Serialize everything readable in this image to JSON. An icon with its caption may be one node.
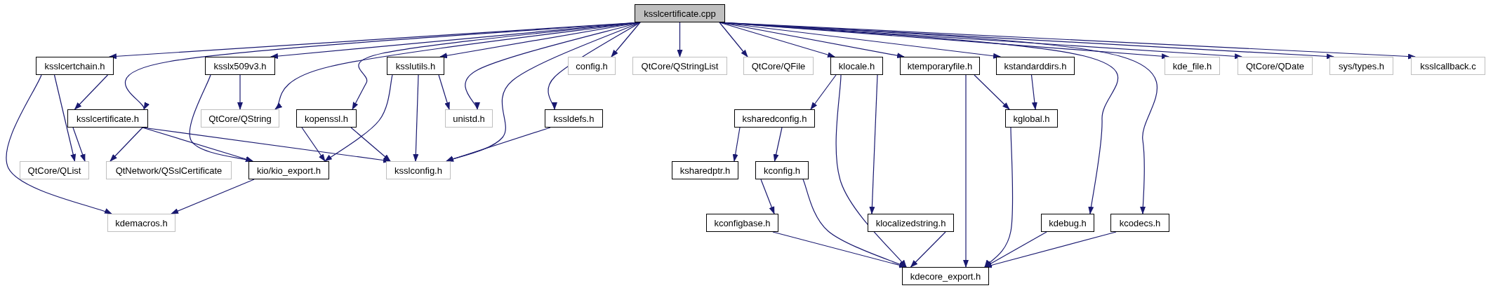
{
  "diagram": {
    "nodes": [
      {
        "text": [
          "ksslcertificate.cpp"
        ]
      },
      {
        "text": [
          "ksslcertchain.h"
        ]
      },
      {
        "text": [
          "ksslx509v3.h"
        ]
      },
      {
        "text": [
          "ksslutils.h"
        ]
      },
      {
        "text": [
          "config.h"
        ]
      },
      {
        "text": [
          "QtCore/QStringList"
        ]
      },
      {
        "text": [
          "QtCore/QFile"
        ]
      },
      {
        "text": [
          "klocale.h"
        ]
      },
      {
        "text": [
          "ktemporaryfile.h"
        ]
      },
      {
        "text": [
          "kstandarddirs.h"
        ]
      },
      {
        "text": [
          "kde_file.h"
        ]
      },
      {
        "text": [
          "QtCore/QDate"
        ]
      },
      {
        "text": [
          "sys/types.h"
        ]
      },
      {
        "text": [
          "ksslcallback.c"
        ]
      },
      {
        "text": [
          "ksslcertificate.h"
        ]
      },
      {
        "text": [
          "QtCore/QString"
        ]
      },
      {
        "text": [
          "kopenssl.h"
        ]
      },
      {
        "text": [
          "unistd.h"
        ]
      },
      {
        "text": [
          "kssldefs.h"
        ]
      },
      {
        "text": [
          "ksharedconfig.h"
        ]
      },
      {
        "text": [
          "kglobal.h"
        ]
      },
      {
        "text": [
          "QtCore/QList"
        ]
      },
      {
        "text": [
          "QtNetwork/QSslCertificate"
        ]
      },
      {
        "text": [
          "kio/kio_export.h"
        ]
      },
      {
        "text": [
          "ksslconfig.h"
        ]
      },
      {
        "text": [
          "ksharedptr.h"
        ]
      },
      {
        "text": [
          "kconfig.h"
        ]
      },
      {
        "text": [
          "kdemacros.h"
        ]
      },
      {
        "text": [
          "kconfigbase.h"
        ]
      },
      {
        "text": [
          "klocalizedstring.h"
        ]
      },
      {
        "text": [
          "kdebug.h"
        ]
      },
      {
        "text": [
          "kcodecs.h"
        ]
      },
      {
        "text": [
          "kdecore_export.h"
        ]
      }
    ],
    "edges": [
      {
        "from": 0,
        "to": 1,
        "arrow": "to"
      },
      {
        "from": 0,
        "to": 14,
        "arrow": "to"
      },
      {
        "from": 0,
        "to": 2,
        "arrow": "to"
      },
      {
        "from": 0,
        "to": 15,
        "arrow": "to"
      },
      {
        "from": 0,
        "to": 16,
        "arrow": "to"
      },
      {
        "from": 0,
        "to": 3,
        "arrow": "to"
      },
      {
        "from": 0,
        "to": 17,
        "arrow": "to"
      },
      {
        "from": 0,
        "to": 24,
        "arrow": "to"
      },
      {
        "from": 0,
        "to": 18,
        "arrow": "to"
      },
      {
        "from": 0,
        "to": 4,
        "arrow": "to"
      },
      {
        "from": 0,
        "to": 5,
        "arrow": "to"
      },
      {
        "from": 0,
        "to": 6,
        "arrow": "to"
      },
      {
        "from": 0,
        "to": 7,
        "arrow": "to"
      },
      {
        "from": 0,
        "to": 8,
        "arrow": "to"
      },
      {
        "from": 0,
        "to": 9,
        "arrow": "to"
      },
      {
        "from": 0,
        "to": 30,
        "arrow": "to"
      },
      {
        "from": 0,
        "to": 31,
        "arrow": "to"
      },
      {
        "from": 0,
        "to": 10,
        "arrow": "to"
      },
      {
        "from": 0,
        "to": 11,
        "arrow": "to"
      },
      {
        "from": 0,
        "to": 12,
        "arrow": "to"
      },
      {
        "from": 0,
        "to": 13,
        "arrow": "to"
      },
      {
        "from": 1,
        "to": 14,
        "arrow": "to"
      },
      {
        "from": 1,
        "to": 21,
        "arrow": "to"
      },
      {
        "from": 1,
        "to": 27,
        "arrow": "to"
      },
      {
        "from": 14,
        "to": 21,
        "arrow": "to"
      },
      {
        "from": 14,
        "to": 22,
        "arrow": "to"
      },
      {
        "from": 14,
        "to": 23,
        "arrow": "to"
      },
      {
        "from": 14,
        "to": 24,
        "arrow": "to"
      },
      {
        "from": 2,
        "to": 15,
        "arrow": "to"
      },
      {
        "from": 2,
        "to": 23,
        "arrow": "to"
      },
      {
        "from": 3,
        "to": 17,
        "arrow": "to"
      },
      {
        "from": 3,
        "to": 24,
        "arrow": "to"
      },
      {
        "from": 3,
        "to": 23,
        "arrow": "to"
      },
      {
        "from": 16,
        "to": 23,
        "arrow": "to"
      },
      {
        "from": 16,
        "to": 24,
        "arrow": "to"
      },
      {
        "from": 18,
        "to": 24,
        "arrow": "to"
      },
      {
        "from": 23,
        "to": 27,
        "arrow": "to"
      },
      {
        "from": 7,
        "to": 19,
        "arrow": "to"
      },
      {
        "from": 7,
        "to": 32,
        "arrow": "to"
      },
      {
        "from": 7,
        "to": 29,
        "arrow": "to"
      },
      {
        "from": 19,
        "to": 25,
        "arrow": "to"
      },
      {
        "from": 19,
        "to": 26,
        "arrow": "to"
      },
      {
        "from": 26,
        "to": 28,
        "arrow": "to"
      },
      {
        "from": 26,
        "to": 32,
        "arrow": "to"
      },
      {
        "from": 28,
        "to": 32,
        "arrow": "to"
      },
      {
        "from": 29,
        "to": 32,
        "arrow": "to"
      },
      {
        "from": 8,
        "to": 32,
        "arrow": "to"
      },
      {
        "from": 8,
        "to": 20,
        "arrow": "to"
      },
      {
        "from": 9,
        "to": 20,
        "arrow": "to"
      },
      {
        "from": 20,
        "to": 32,
        "arrow": "to"
      },
      {
        "from": 30,
        "to": 32,
        "arrow": "to"
      },
      {
        "from": 31,
        "to": 32,
        "arrow": "to"
      }
    ]
  }
}
